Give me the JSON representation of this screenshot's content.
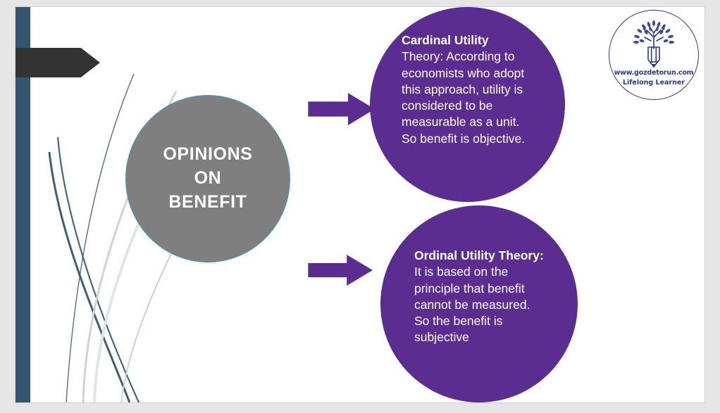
{
  "slide": {
    "center_shape": {
      "label": "OPINIONS\nON\nBENEFIT",
      "fill_color": "#7F7F7F",
      "border_color": "#3A9FBF"
    },
    "branches": [
      {
        "id": "cardinal",
        "heading": "Cardinal Utility",
        "body": "Theory: According to economists who adopt this approach, utility is considered to be measurable as a unit. So benefit is objective.",
        "fill_color": "#5B2D91",
        "connector": "right-arrow"
      },
      {
        "id": "ordinal",
        "heading": "Ordinal Utility Theory:",
        "body": " It is based on the principle that benefit cannot be measured. So the benefit is subjective",
        "fill_color": "#5B2D91",
        "connector": "right-arrow"
      }
    ],
    "logo": {
      "url": "www.gozdetorun.com",
      "tagline": "Lifelong Learner",
      "mark": "pencil-tree-icon",
      "color": "#2B3990"
    },
    "decor": {
      "left_bar_color": "#33566E",
      "banner_color": "#333333",
      "swoosh_color": "#33566E",
      "swoosh_light_color": "#D8DEE3"
    },
    "canvas_background": "#FFFFFF",
    "page_background": "#E6E6E6"
  }
}
